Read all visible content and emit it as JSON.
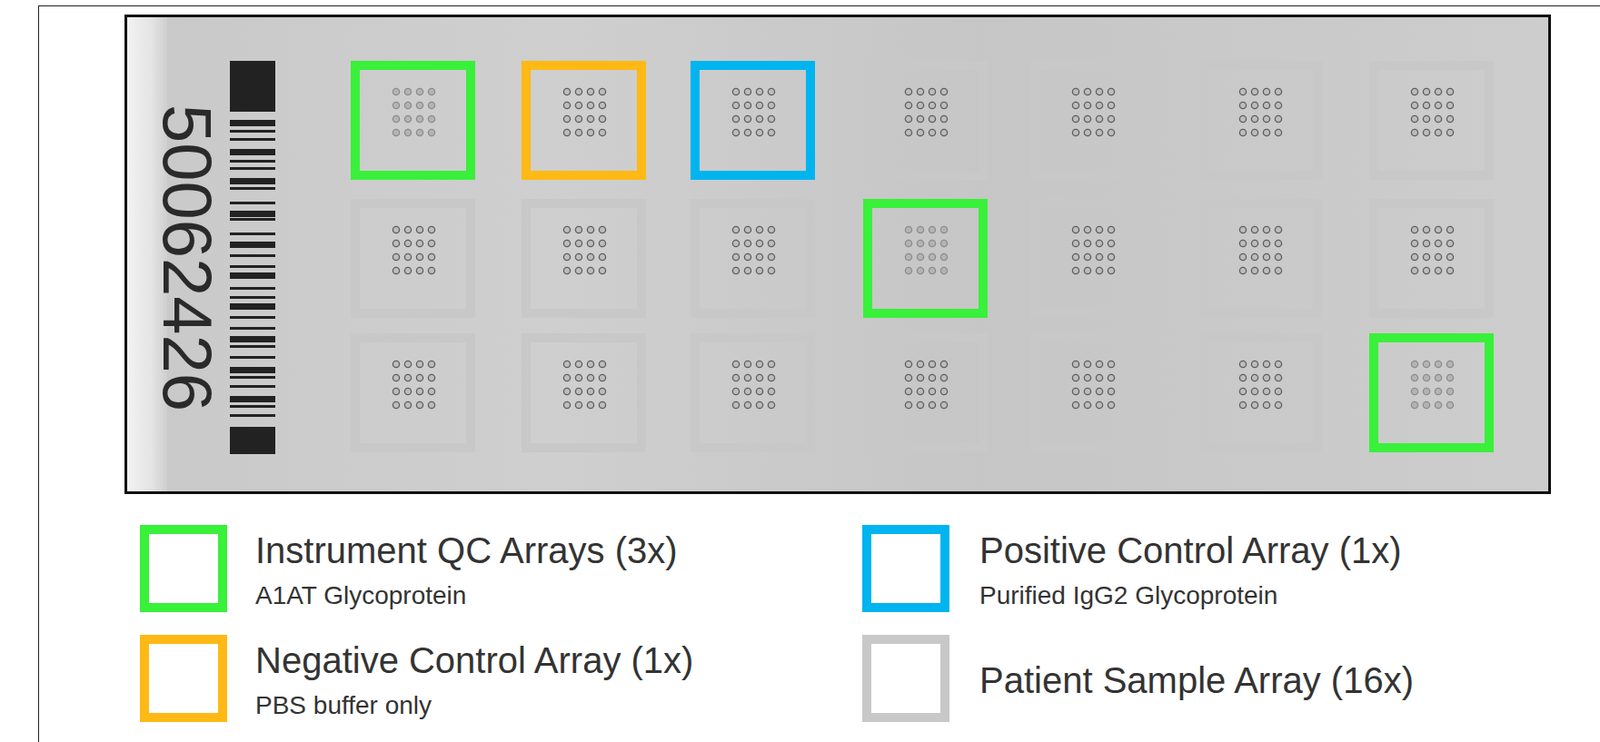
{
  "diagram": {
    "labels": [
      "50062426",
      "A1AT Glycoprotein",
      "Purified IgG2 Glycoprotein",
      "PBS buffer only"
    ],
    "legend": [
      {
        "text": "Instrument QC Arrays (3x)",
        "color": "#39f03a"
      },
      {
        "text": "Positive Control Array (1x)",
        "color": "#00b4ef"
      },
      {
        "text": "Negative Control Array (1x)",
        "color": "#ffb915"
      },
      {
        "text": "Patient Sample Array (16x)",
        "color": "#c8c8c8"
      }
    ]
  }
}
